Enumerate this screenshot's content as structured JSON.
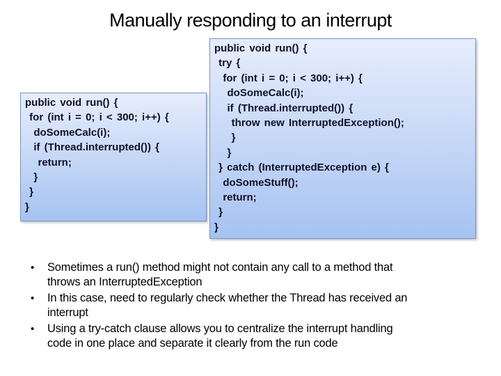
{
  "slide": {
    "title": "Manually responding to an interrupt",
    "code_boxes": {
      "left": {
        "code": "public void run() {\n for (int i = 0; i < 300; i++) {\n  doSomeCalc(i);\n  if (Thread.interrupted()) {\n   return;\n  }\n }\n}"
      },
      "right": {
        "code": "public void run() {\n try {\n  for (int i = 0; i < 300; i++) {\n   doSomeCalc(i);\n   if (Thread.interrupted()) {\n    throw new InterruptedException();\n    }\n   }\n } catch (InterruptedException e) {\n  doSomeStuff();\n  return;\n }\n}"
      }
    },
    "bullet_char": "•",
    "bullets": [
      {
        "text": "Sometimes a run() method might not contain any call to a method that\nthrows an InterruptedException"
      },
      {
        "text": "In this case, need to regularly check whether the Thread has received an\ninterrupt"
      },
      {
        "text": "Using a try-catch clause allows you to centralize the interrupt handling\ncode in one place and separate it clearly from the run code"
      }
    ]
  },
  "colors": {
    "box_gradient_top": "#e7edfc",
    "box_gradient_bottom": "#a6c3f1",
    "box_border": "#7b93bf",
    "code_text": "#101028",
    "slide_background": "#ffffff",
    "title_text": "#000000",
    "bullet_text": "#000000"
  }
}
